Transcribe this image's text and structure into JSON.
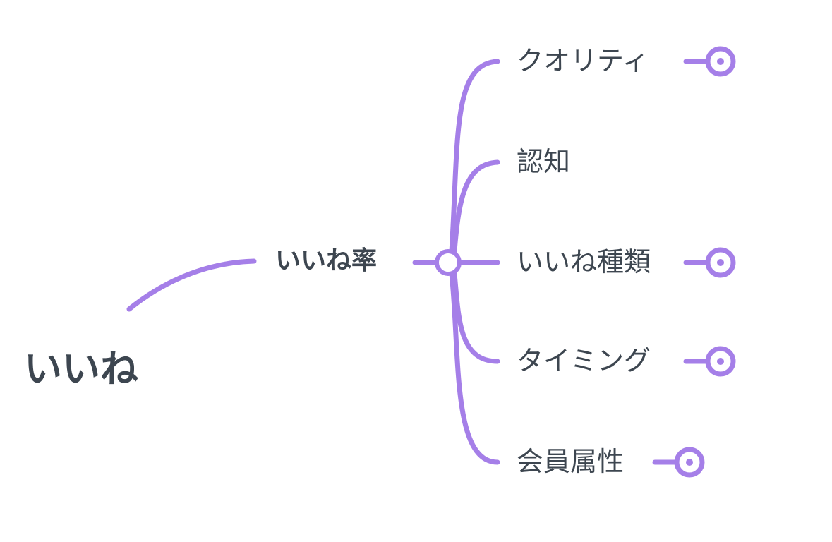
{
  "root": {
    "label": "いいね"
  },
  "main": {
    "label": "いいね率"
  },
  "children": [
    {
      "label": "クオリティ",
      "collapsed": true
    },
    {
      "label": "認知",
      "collapsed": false
    },
    {
      "label": "いいね種類",
      "collapsed": true
    },
    {
      "label": "タイミング",
      "collapsed": true
    },
    {
      "label": "会員属性",
      "collapsed": true
    }
  ],
  "colors": {
    "branch": "#a57fe8",
    "text": "#3d4650"
  }
}
